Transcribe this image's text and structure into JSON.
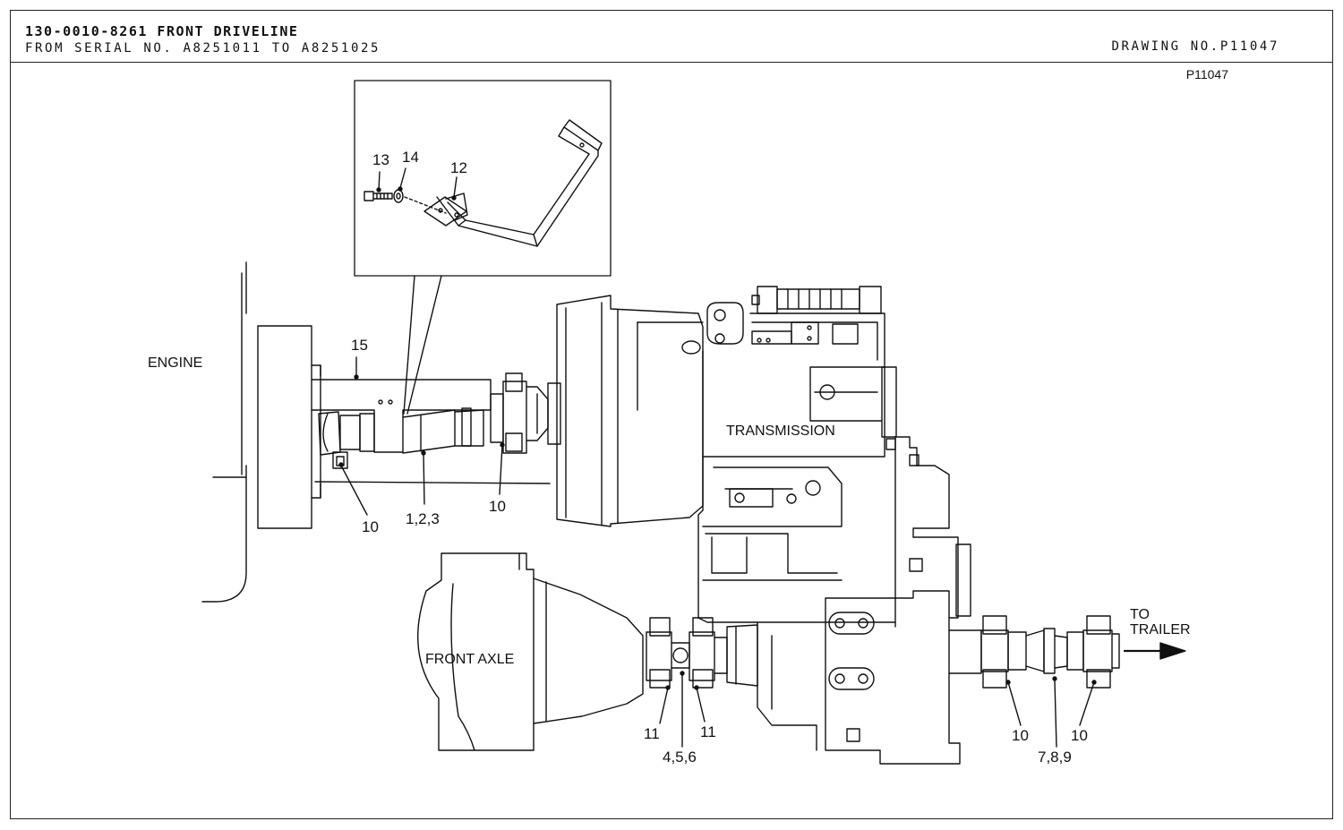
{
  "header": {
    "title": "130-0010-8261 FRONT DRIVELINE",
    "serial_range": "FROM SERIAL NO. A8251011 TO A8251025",
    "drawing_number": "DRAWING NO.P11047"
  },
  "drawing_ref": "P11047",
  "components": {
    "engine": "ENGINE",
    "transmission": "TRANSMISSION",
    "front_axle": "FRONT AXLE",
    "to_trailer_line1": "TO",
    "to_trailer_line2": "TRAILER"
  },
  "callouts": {
    "c13": "13",
    "c14": "14",
    "c12": "12",
    "c15": "15",
    "c10_a": "10",
    "c123": "1,2,3",
    "c10_b": "10",
    "c11_a": "11",
    "c11_b": "11",
    "c456": "4,5,6",
    "c10_c": "10",
    "c10_d": "10",
    "c789": "7,8,9"
  }
}
